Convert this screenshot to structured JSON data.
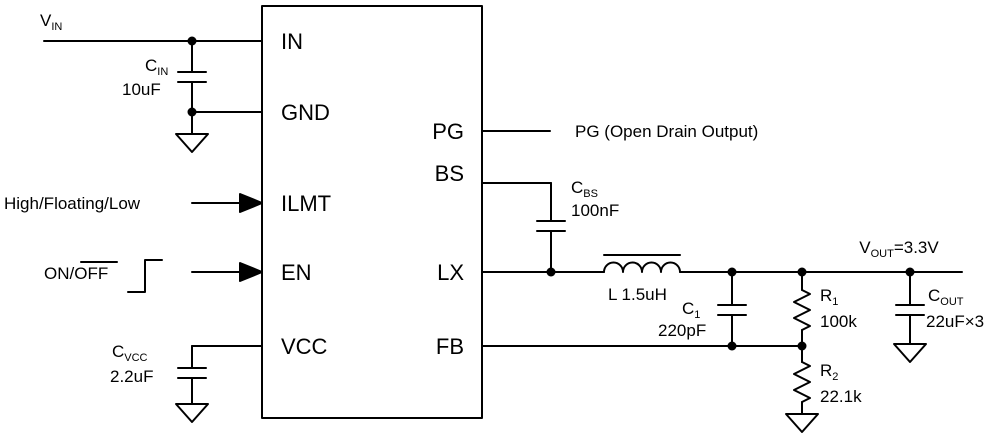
{
  "ic": {
    "left_pins": [
      "IN",
      "GND",
      "ILMT",
      "EN",
      "VCC"
    ],
    "right_pins": [
      "PG",
      "BS",
      "LX",
      "FB"
    ]
  },
  "vin": {
    "main": "V",
    "sub": "IN"
  },
  "cin": {
    "main": "C",
    "sub": "IN",
    "value": "10uF"
  },
  "ilmt_label": "High/Floating/Low",
  "en_label": {
    "on": "ON/",
    "off": "OFF"
  },
  "cvcc": {
    "main": "C",
    "sub": "VCC",
    "value": "2.2uF"
  },
  "pg_label": "PG (Open Drain Output)",
  "cbs": {
    "main": "C",
    "sub": "BS",
    "value": "100nF"
  },
  "inductor": {
    "label": "L 1.5uH"
  },
  "c1": {
    "main": "C",
    "sub": "1",
    "value": "220pF"
  },
  "r1": {
    "main": "R",
    "sub": "1",
    "value": "100k"
  },
  "r2": {
    "main": "R",
    "sub": "2",
    "value": "22.1k"
  },
  "vout": {
    "main": "V",
    "sub": "OUT",
    "value": "=3.3V"
  },
  "cout": {
    "main": "C",
    "sub": "OUT",
    "value": "22uF×3"
  }
}
